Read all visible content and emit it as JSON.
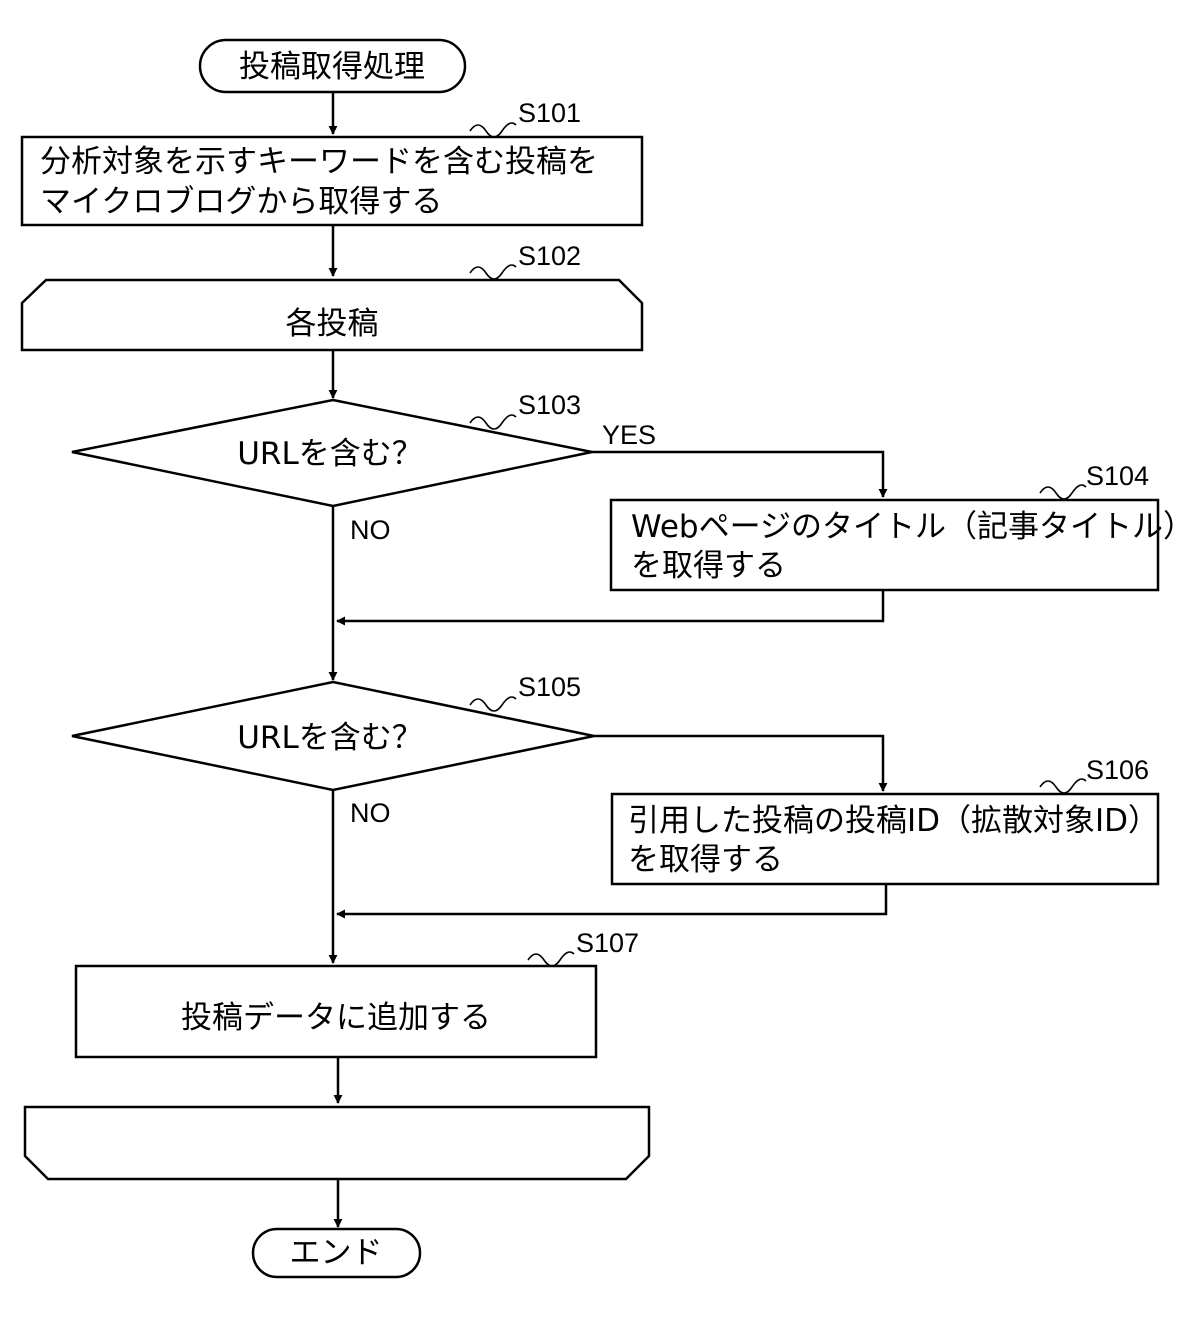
{
  "start": {
    "label": "投稿取得処理"
  },
  "steps": {
    "s101": {
      "id": "S101",
      "lines": [
        "分析対象を示すキーワードを含む投稿を",
        "マイクロブログから取得する"
      ]
    },
    "s102": {
      "id": "S102",
      "label": "各投稿"
    },
    "s103": {
      "id": "S103",
      "label": "URLを含む？"
    },
    "s104": {
      "id": "S104",
      "lines": [
        "Webページのタイトル（記事タイトル）",
        "を取得する"
      ]
    },
    "s105": {
      "id": "S105",
      "label": "URLを含む？"
    },
    "s106": {
      "id": "S106",
      "lines": [
        "引用した投稿の投稿ID（拡散対象ID）",
        "を取得する"
      ]
    },
    "s107": {
      "id": "S107",
      "label": "投稿データに追加する"
    }
  },
  "branches": {
    "s103_yes": "YES",
    "s103_no": "NO",
    "s105_no": "NO"
  },
  "end": {
    "label": "エンド"
  }
}
